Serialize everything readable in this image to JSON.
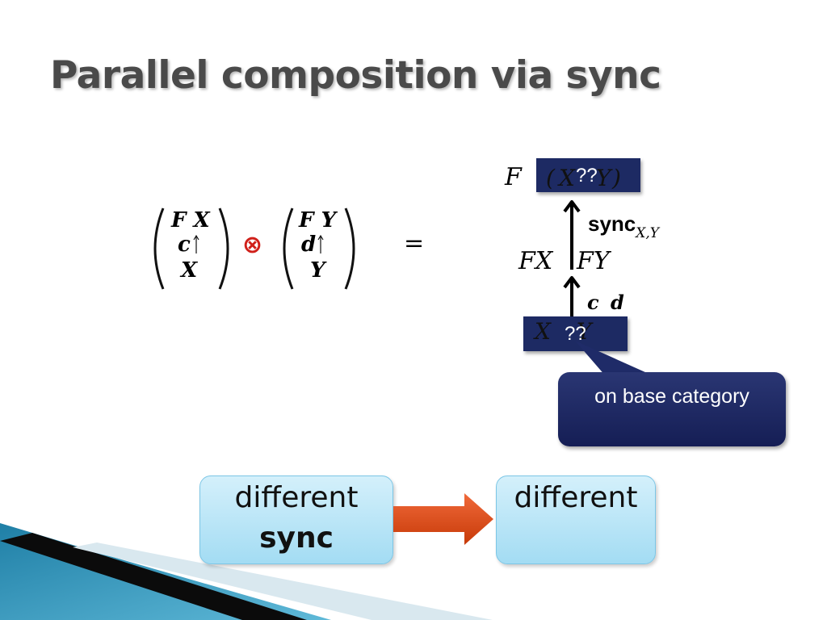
{
  "slide": {
    "title": "Parallel composition via sync"
  },
  "formula": {
    "left_top": "F X",
    "left_mid": "c",
    "left_bot": "X",
    "tensor": "⊗",
    "right_top": "F Y",
    "right_mid": "d",
    "right_bot": "Y",
    "equals": "="
  },
  "diagram": {
    "top_F": "F",
    "top_box_text": "??",
    "top_open_paren": "(",
    "top_X": "X",
    "top_Y": "Y",
    "top_close_paren": ")",
    "sync_label": "sync",
    "sync_subscript": "X,Y",
    "mid_FX": "FX",
    "mid_FY": "FY",
    "cd_c": "c",
    "cd_d": "d",
    "bottom_X": "X",
    "bottom_box_text": "??",
    "bottom_Y": "Y"
  },
  "callout": {
    "text": "on base category"
  },
  "flow": {
    "left_line1": "different",
    "left_line2": "sync",
    "right_line1": "different"
  },
  "colors": {
    "navy": "#1d2a63",
    "tensor_red": "#d0201a",
    "arrow_orange": "#e34a12",
    "title_gray": "#4a4a4a"
  }
}
